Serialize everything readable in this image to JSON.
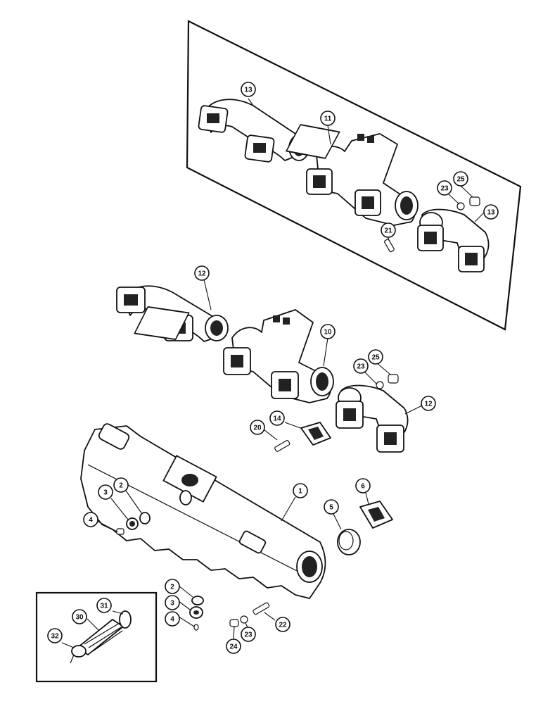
{
  "callouts": [
    {
      "id": "c13a",
      "label": "13"
    },
    {
      "id": "c11",
      "label": "11"
    },
    {
      "id": "c25a",
      "label": "25"
    },
    {
      "id": "c23a",
      "label": "23"
    },
    {
      "id": "c13b",
      "label": "13"
    },
    {
      "id": "c21",
      "label": "21"
    },
    {
      "id": "c12a",
      "label": "12"
    },
    {
      "id": "c10",
      "label": "10"
    },
    {
      "id": "c25b",
      "label": "25"
    },
    {
      "id": "c23b",
      "label": "23"
    },
    {
      "id": "c12b",
      "label": "12"
    },
    {
      "id": "c20",
      "label": "20"
    },
    {
      "id": "c14",
      "label": "14"
    },
    {
      "id": "c1",
      "label": "1"
    },
    {
      "id": "c6",
      "label": "6"
    },
    {
      "id": "c5",
      "label": "5"
    },
    {
      "id": "c2a",
      "label": "2"
    },
    {
      "id": "c3a",
      "label": "3"
    },
    {
      "id": "c4a",
      "label": "4"
    },
    {
      "id": "c2b",
      "label": "2"
    },
    {
      "id": "c3b",
      "label": "3"
    },
    {
      "id": "c4b",
      "label": "4"
    },
    {
      "id": "c31",
      "label": "31"
    },
    {
      "id": "c30",
      "label": "30"
    },
    {
      "id": "c32",
      "label": "32"
    },
    {
      "id": "c22",
      "label": "22"
    },
    {
      "id": "c23c",
      "label": "23"
    },
    {
      "id": "c24",
      "label": "24"
    }
  ]
}
